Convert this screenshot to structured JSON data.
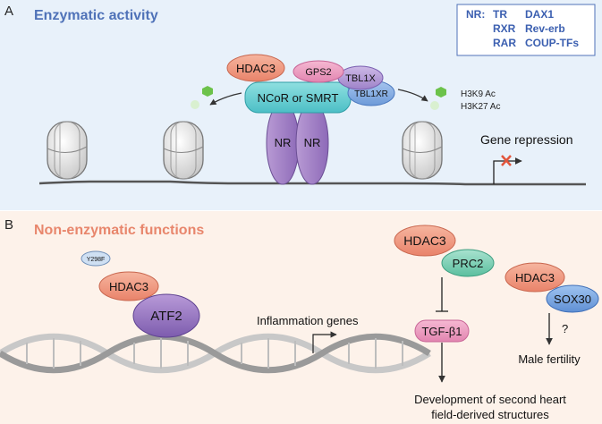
{
  "panelA": {
    "letter": "A",
    "title": "Enzymatic activity",
    "nr_box": {
      "prefix": "NR:",
      "col1": [
        "TR",
        "RXR",
        "RAR"
      ],
      "col2": [
        "DAX1",
        "Rev-erb",
        "COUP-TFs"
      ]
    },
    "complex": {
      "hdac3": "HDAC3",
      "gps2": "GPS2",
      "tbl1x": "TBL1X",
      "tbl1xr": "TBL1XR",
      "corepressor": "NCoR or SMRT",
      "nr_left": "NR",
      "nr_right": "NR"
    },
    "marks": [
      "H3K9 Ac",
      "H3K27 Ac"
    ],
    "gene_repression": "Gene repression",
    "colors": {
      "background": "#e8f1fa",
      "title": "#4f72b8",
      "nr_text": "#3b5fb0"
    }
  },
  "panelB": {
    "letter": "B",
    "title": "Non-enzymatic functions",
    "atf2_group": {
      "y298f": "Y298F",
      "hdac3": "HDAC3",
      "atf2": "ATF2"
    },
    "inflammation": "Inflammation genes",
    "prc2_group": {
      "hdac3": "HDAC3",
      "prc2": "PRC2",
      "tgf": "TGF-β1"
    },
    "development": [
      "Development of second heart",
      "field-derived structures"
    ],
    "sox30_group": {
      "hdac3": "HDAC3",
      "sox30": "SOX30",
      "question": "?",
      "outcome": "Male fertility"
    },
    "colors": {
      "background": "#fdf2ea",
      "title": "#e8866c"
    }
  }
}
